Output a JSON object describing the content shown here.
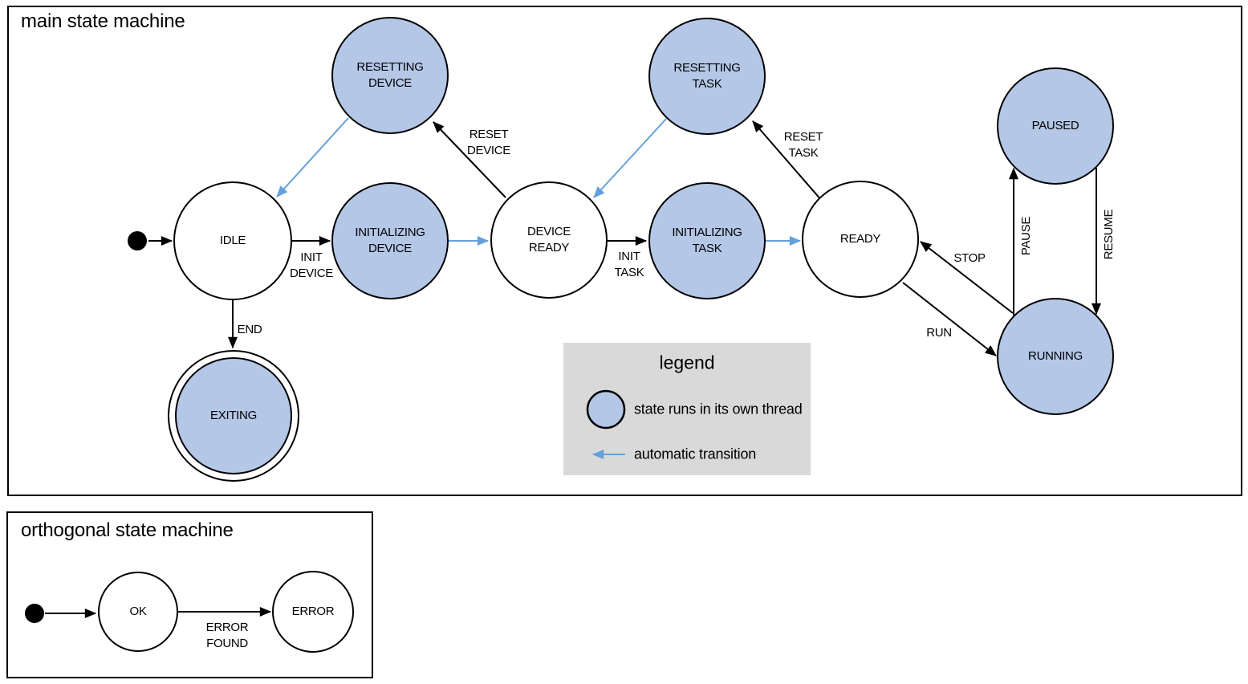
{
  "colors": {
    "threaded_state_fill": "#b4c7e7",
    "state_outline": "#000000",
    "automatic_transition_blue": "#64a0dc",
    "legend_background": "#d9d9d9",
    "diagram_background": "#ffffff"
  },
  "main_machine": {
    "title": "main state machine",
    "states": [
      {
        "id": "idle",
        "label": "IDLE",
        "lines": [
          "IDLE"
        ],
        "threaded": false
      },
      {
        "id": "resetting-device",
        "label": "RESETTING DEVICE",
        "lines": [
          "RESETTING",
          "DEVICE"
        ],
        "threaded": true
      },
      {
        "id": "initializing-device",
        "label": "INITIALIZING DEVICE",
        "lines": [
          "INITIALIZING",
          "DEVICE"
        ],
        "threaded": true
      },
      {
        "id": "device-ready",
        "label": "DEVICE READY",
        "lines": [
          "DEVICE",
          "READY"
        ],
        "threaded": false
      },
      {
        "id": "resetting-task",
        "label": "RESETTING TASK",
        "lines": [
          "RESETTING",
          "TASK"
        ],
        "threaded": true
      },
      {
        "id": "initializing-task",
        "label": "INITIALIZING TASK",
        "lines": [
          "INITIALIZING",
          "TASK"
        ],
        "threaded": true
      },
      {
        "id": "ready",
        "label": "READY",
        "lines": [
          "READY"
        ],
        "threaded": false
      },
      {
        "id": "paused",
        "label": "PAUSED",
        "lines": [
          "PAUSED"
        ],
        "threaded": true
      },
      {
        "id": "running",
        "label": "RUNNING",
        "lines": [
          "RUNNING"
        ],
        "threaded": true
      },
      {
        "id": "exiting",
        "label": "EXITING",
        "lines": [
          "EXITING"
        ],
        "threaded": true,
        "final_state": true
      }
    ],
    "transitions": [
      {
        "from": "initial",
        "to": "idle",
        "label": "",
        "lines": [],
        "automatic": false
      },
      {
        "from": "idle",
        "to": "initializing-device",
        "label": "INIT DEVICE",
        "lines": [
          "INIT",
          "DEVICE"
        ],
        "automatic": false
      },
      {
        "from": "initializing-device",
        "to": "device-ready",
        "label": "",
        "lines": [],
        "automatic": true
      },
      {
        "from": "device-ready",
        "to": "initializing-task",
        "label": "INIT TASK",
        "lines": [
          "INIT",
          "TASK"
        ],
        "automatic": false
      },
      {
        "from": "initializing-task",
        "to": "ready",
        "label": "",
        "lines": [],
        "automatic": true
      },
      {
        "from": "device-ready",
        "to": "resetting-device",
        "label": "RESET DEVICE",
        "lines": [
          "RESET",
          "DEVICE"
        ],
        "automatic": false
      },
      {
        "from": "resetting-device",
        "to": "idle",
        "label": "",
        "lines": [],
        "automatic": true
      },
      {
        "from": "ready",
        "to": "resetting-task",
        "label": "RESET TASK",
        "lines": [
          "RESET",
          "TASK"
        ],
        "automatic": false
      },
      {
        "from": "resetting-task",
        "to": "device-ready",
        "label": "",
        "lines": [],
        "automatic": true
      },
      {
        "from": "idle",
        "to": "exiting",
        "label": "END",
        "lines": [
          "END"
        ],
        "automatic": false
      },
      {
        "from": "running",
        "to": "ready",
        "label": "STOP",
        "lines": [
          "STOP"
        ],
        "automatic": false
      },
      {
        "from": "ready",
        "to": "running",
        "label": "RUN",
        "lines": [
          "RUN"
        ],
        "automatic": false
      },
      {
        "from": "running",
        "to": "paused",
        "label": "PAUSE",
        "lines": [
          "PAUSE"
        ],
        "automatic": false
      },
      {
        "from": "paused",
        "to": "running",
        "label": "RESUME",
        "lines": [
          "RESUME"
        ],
        "automatic": false
      }
    ]
  },
  "legend": {
    "title": "legend",
    "items": [
      {
        "symbol": "threaded-state-circle",
        "label": "state runs in its own thread"
      },
      {
        "symbol": "automatic-transition-arrow",
        "label": "automatic transition"
      }
    ]
  },
  "orthogonal_machine": {
    "title": "orthogonal state machine",
    "states": [
      {
        "id": "ok",
        "label": "OK",
        "lines": [
          "OK"
        ],
        "threaded": false
      },
      {
        "id": "error",
        "label": "ERROR",
        "lines": [
          "ERROR"
        ],
        "threaded": false
      }
    ],
    "transitions": [
      {
        "from": "initial",
        "to": "ok",
        "label": "",
        "lines": [],
        "automatic": false
      },
      {
        "from": "ok",
        "to": "error",
        "label": "ERROR FOUND",
        "lines": [
          "ERROR",
          "FOUND"
        ],
        "automatic": false
      }
    ]
  }
}
